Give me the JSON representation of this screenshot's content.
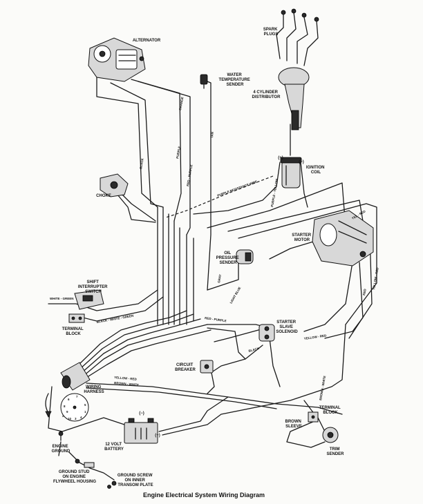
{
  "title": "Engine Electrical System Wiring Diagram",
  "components": {
    "alternator": "ALTERNATOR",
    "water_temp_sender": [
      "WATER",
      "TEMPERATURE",
      "SENDER"
    ],
    "spark_plugs": [
      "SPARK",
      "PLUGS"
    ],
    "distributor": [
      "4 CYLINDER",
      "DISTRIBUTOR"
    ],
    "ignition_coil": [
      "IGNITION",
      "COIL"
    ],
    "coil_plus": "(+)",
    "coil_minus": "(−)",
    "choke": "CHOKE",
    "starter_motor": [
      "STARTER",
      "MOTOR"
    ],
    "oil_pressure_sender": [
      "OIL",
      "PRESSURE",
      "SENDER"
    ],
    "shift_switch": [
      "SHIFT",
      "INTERRUPTER",
      "SWITCH"
    ],
    "terminal_block_left": [
      "TERMINAL",
      "BLOCK"
    ],
    "starter_solenoid": [
      "STARTER",
      "SLAVE",
      "SOLENOID"
    ],
    "circuit_breaker": [
      "CIRCUIT",
      "BREAKER"
    ],
    "wiring_harness": [
      "WIRING",
      "HARNESS"
    ],
    "engine_ground": [
      "ENGINE",
      "GROUND"
    ],
    "battery": [
      "12 VOLT",
      "BATTERY"
    ],
    "battery_minus": "(−)",
    "battery_plus": "(+)",
    "ground_stud": [
      "GROUND STUD",
      "ON ENGINE",
      "FLYWHEEL HOUSING"
    ],
    "ground_screw": [
      "GROUND SCREW",
      "ON INNER",
      "TRANSOM PLATE"
    ],
    "terminal_block_right": [
      "TERMINAL",
      "BLOCK"
    ],
    "trim_sender": [
      "TRIM",
      "SENDER"
    ],
    "brown_sleeve": [
      "BROWN",
      "SLEEVE"
    ]
  },
  "harness_pins": [
    "1",
    "2",
    "3",
    "4",
    "5",
    "6",
    "7",
    "8",
    "9",
    "10"
  ],
  "wire_labels": {
    "black": "BLACK",
    "orange": "ORANGE",
    "purple": "PURPLE",
    "red_purple": "RED - PURPLE",
    "tan": "TAN",
    "purple_resistance": "PURPLE RESISTANCE WIRE",
    "purple_yellow": "PURPLE - YELLOW",
    "yel_red": "YEL - RED",
    "red": "RED",
    "yellow_red": "YELLOW - RED",
    "white_green": "WHITE - GREEN",
    "black_white_green": "BLACK - WHITE - GREEN",
    "gray": "GRAY",
    "light_blue": "LIGHT BLUE",
    "brown_white": "BROWN - WHITE",
    "yellow_red_harness": "YELLOW - RED",
    "brown_white_harness": "BROWN - WHITE",
    "red_purple_harness": "RED - PURPLE",
    "yellow_red_solenoid": "YELLOW - RED",
    "black_solenoid": "BLACK"
  }
}
